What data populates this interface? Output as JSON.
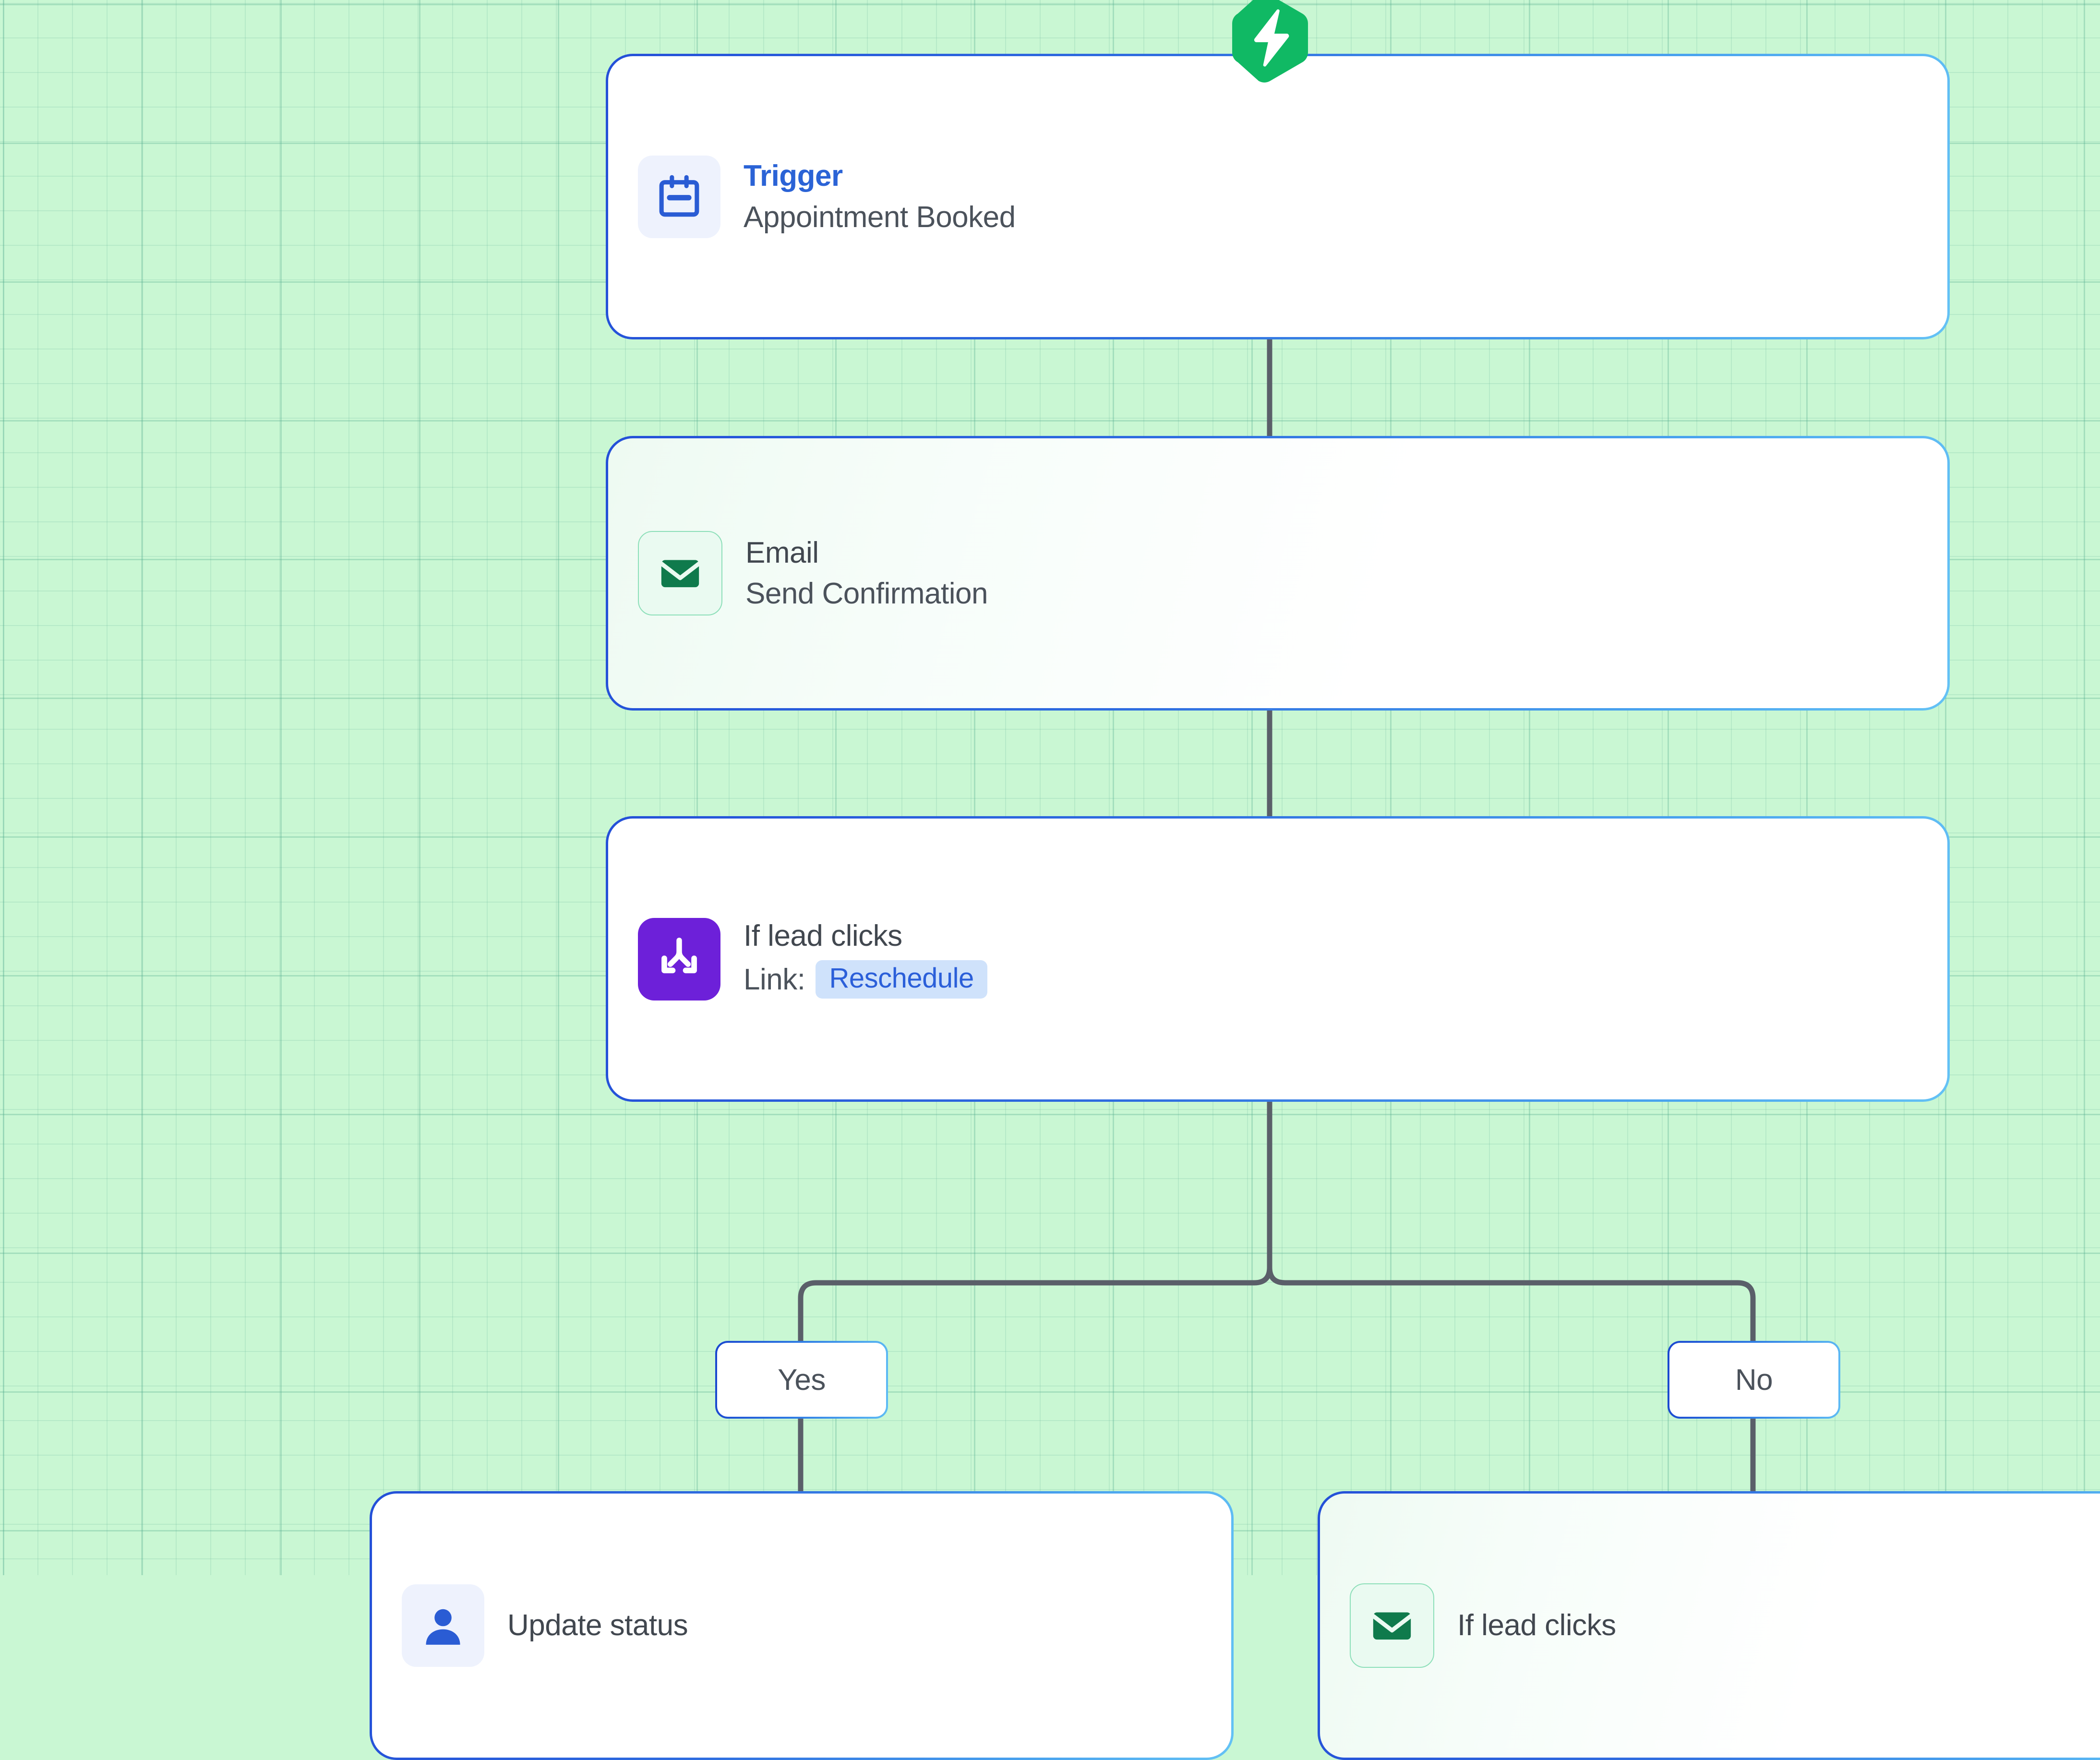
{
  "canvas": {
    "background_color": "#c9f7d3",
    "grid_visible": true,
    "grid_color": "#50aa8c"
  },
  "theme": {
    "card_border_gradient_start": "#2450d8",
    "card_border_gradient_end": "#64c2f5",
    "connector_color": "#5a5f69",
    "title_accent_color": "#2b63d6",
    "text_color": "#4b525b",
    "badge_color": "#10b964",
    "chip_bg": "#cfe2fb",
    "chip_text": "#2b5fd9",
    "icon_blue_bg": "#eef2fd",
    "icon_blue_fg": "#2a5cd4",
    "icon_green_bg": "#eafaf1",
    "icon_green_fg": "#0f7a4c",
    "icon_purple_bg": "#6d20d9",
    "icon_purple_fg": "#ffffff"
  },
  "badge": {
    "name": "lightning-bolt-badge",
    "shape": "hexagon"
  },
  "nodes": [
    {
      "id": "trigger",
      "icon": "calendar-icon",
      "title": "Trigger",
      "title_accent": true,
      "subtitle": "Appointment Booked",
      "chip": null
    },
    {
      "id": "email",
      "icon": "envelope-icon",
      "title": "Email",
      "title_accent": false,
      "subtitle": "Send Confirmation",
      "chip": null
    },
    {
      "id": "condition",
      "icon": "branch-split-icon",
      "title": "If lead clicks",
      "title_accent": false,
      "subtitle": "Link:",
      "chip": "Reschedule"
    }
  ],
  "branches": [
    {
      "id": "yes",
      "label": "Yes"
    },
    {
      "id": "no",
      "label": "No"
    }
  ],
  "child_nodes": [
    {
      "id": "update-status",
      "icon": "user-avatar-icon",
      "title": "Update status"
    },
    {
      "id": "if-lead-clicks-2",
      "icon": "envelope-icon",
      "title": "If lead clicks"
    }
  ]
}
